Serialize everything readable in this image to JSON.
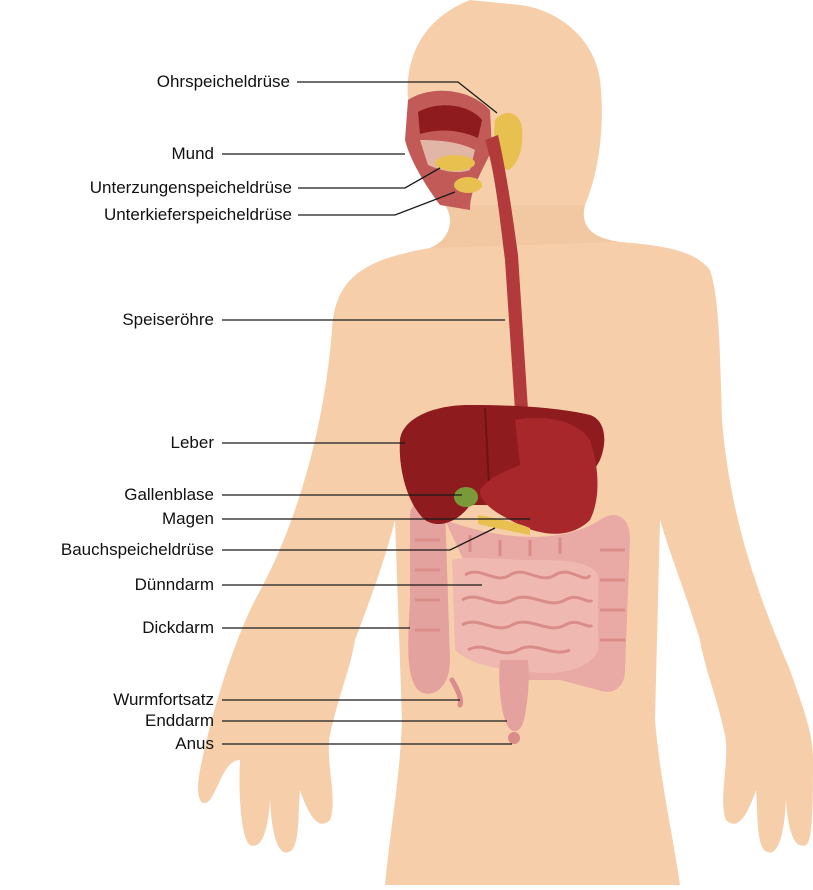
{
  "colors": {
    "skin": "#f6cfaa",
    "skin_shade": "#efc39c",
    "organ_dark": "#8e1b1e",
    "organ_mid": "#a8272a",
    "esophagus": "#b23a3a",
    "gland_yellow": "#e8c04f",
    "gallbladder": "#7a9a3a",
    "intestine": "#e9a9a4",
    "intestine_dark": "#d98c88",
    "leader_line": "#1a1a1a"
  },
  "labels": [
    {
      "id": "ohrspeicheldruese",
      "text": "Ohrspeicheldrüse"
    },
    {
      "id": "mund",
      "text": "Mund"
    },
    {
      "id": "unterzungenspeicheldruese",
      "text": "Unterzungenspeicheldrüse"
    },
    {
      "id": "unterkieferspeicheldruese",
      "text": "Unterkieferspeicheldrüse"
    },
    {
      "id": "speiseroehre",
      "text": "Speiseröhre"
    },
    {
      "id": "leber",
      "text": "Leber"
    },
    {
      "id": "gallenblase",
      "text": "Gallenblase"
    },
    {
      "id": "magen",
      "text": "Magen"
    },
    {
      "id": "bauchspeicheldruese",
      "text": "Bauchspeicheldrüse"
    },
    {
      "id": "duenndarm",
      "text": "Dünndarm"
    },
    {
      "id": "dickdarm",
      "text": "Dickdarm"
    },
    {
      "id": "wurmfortsatz",
      "text": "Wurmfortsatz"
    },
    {
      "id": "enddarm",
      "text": "Enddarm"
    },
    {
      "id": "anus",
      "text": "Anus"
    }
  ]
}
